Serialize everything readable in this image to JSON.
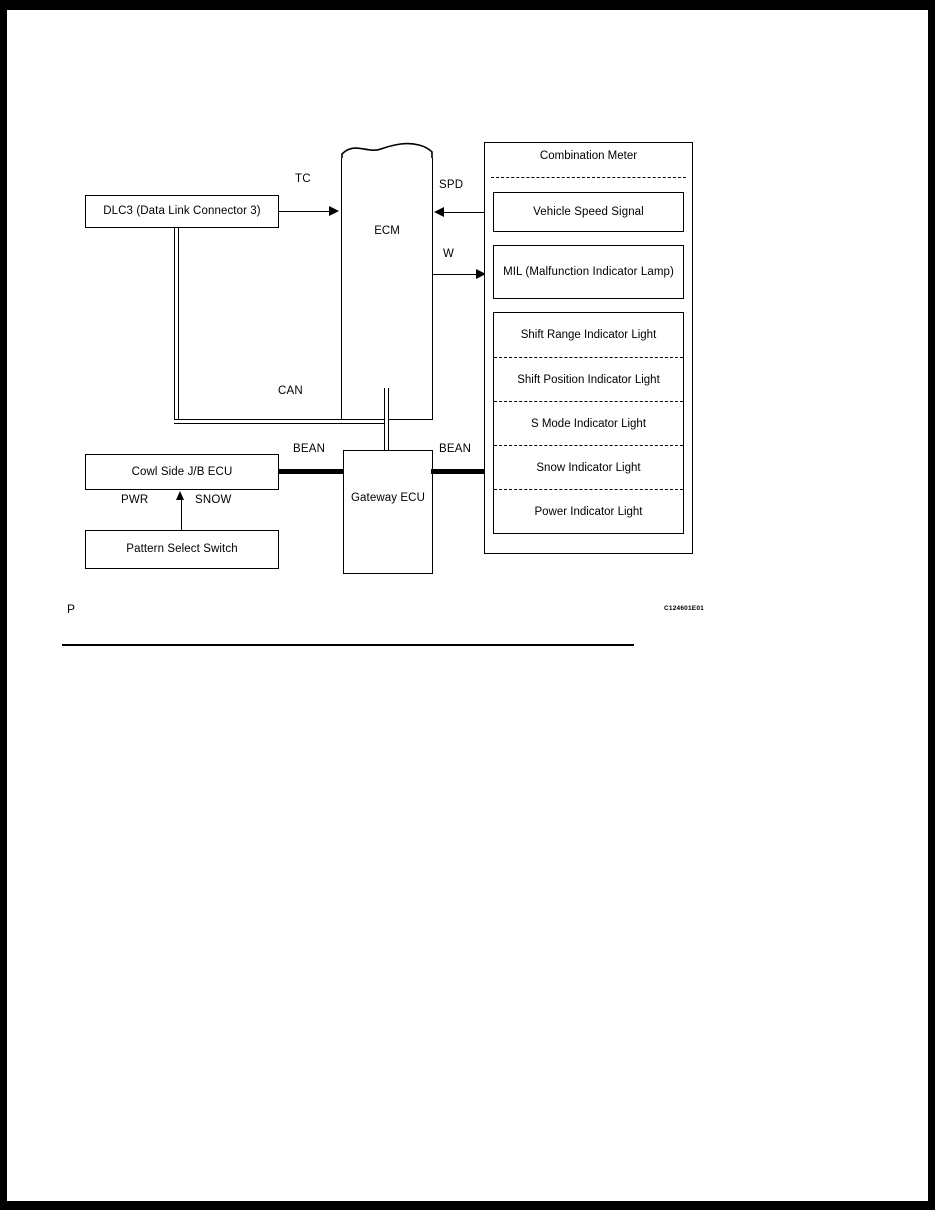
{
  "page": {
    "caption_p": "P",
    "figure_code": "C124601E01"
  },
  "diagram": {
    "type": "system-block-diagram",
    "nodes": {
      "dlc3": {
        "label": "DLC3 (Data Link Connector 3)"
      },
      "ecm": {
        "label": "ECM"
      },
      "cowl_jb_ecu": {
        "label": "Cowl Side J/B ECU"
      },
      "pattern_select_switch": {
        "label": "Pattern Select Switch"
      },
      "gateway_ecu": {
        "label": "Gateway ECU"
      },
      "combination_meter": {
        "label": "Combination Meter"
      }
    },
    "meter_items": [
      {
        "label": "Vehicle Speed Signal"
      },
      {
        "label": "MIL (Malfunction Indicator Lamp)"
      }
    ],
    "indicator_lights": [
      {
        "label": "Shift Range Indicator Light"
      },
      {
        "label": "Shift Position Indicator Light"
      },
      {
        "label": "S Mode Indicator Light"
      },
      {
        "label": "Snow Indicator Light"
      },
      {
        "label": "Power Indicator Light"
      }
    ],
    "signal_labels": {
      "tc": "TC",
      "spd": "SPD",
      "w": "W",
      "can": "CAN",
      "bean_left": "BEAN",
      "bean_right": "BEAN",
      "pwr": "PWR",
      "snow": "SNOW"
    },
    "colors": {
      "line": "#000000",
      "background": "#ffffff",
      "frame": "#000000"
    }
  }
}
